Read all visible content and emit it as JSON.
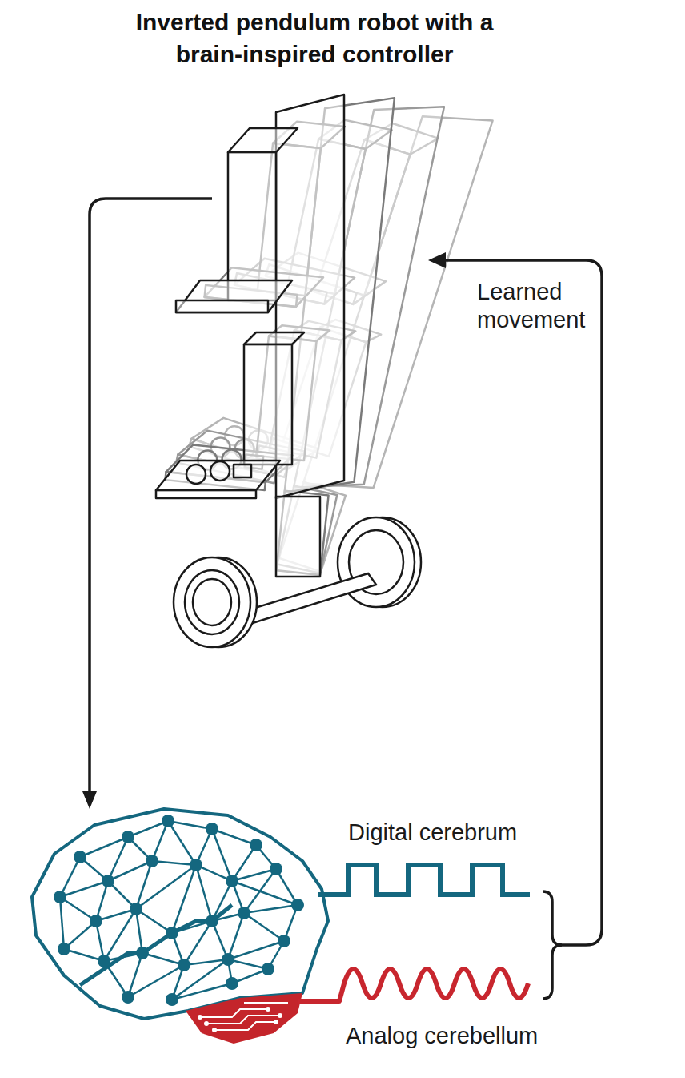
{
  "diagram": {
    "title": "Inverted pendulum robot with a brain-inspired controller",
    "labels": [
      "Learned movement",
      "Digital cerebrum",
      "Analog cerebellum"
    ]
  }
}
